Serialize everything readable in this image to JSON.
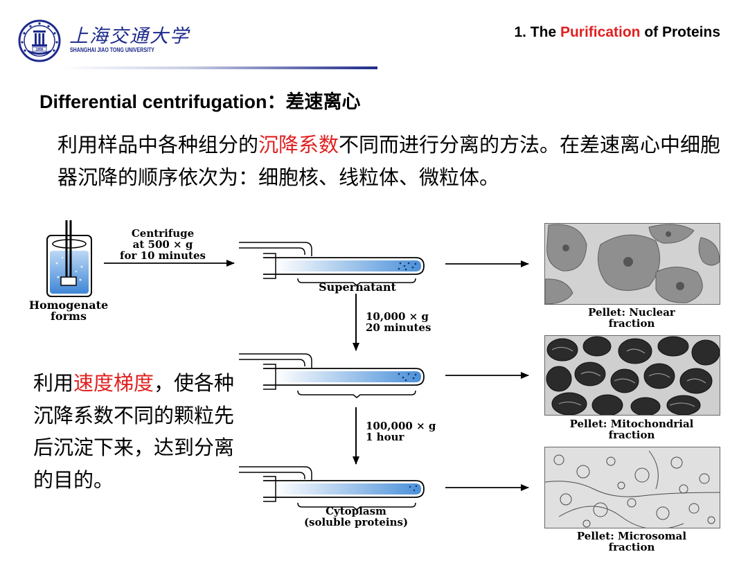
{
  "header": {
    "logo_cn": "上海交通大学",
    "logo_en": "SHANGHAI JIAO TONG UNIVERSITY",
    "seal_year": "1896",
    "title_prefix": "1. The ",
    "title_highlight": "Purification",
    "title_suffix": " of Proteins"
  },
  "subtitle": "Differential centrifugation：差速离心",
  "paragraph": {
    "part1": "利用样品中各种组分的",
    "highlight": "沉降系数",
    "part2": "不同而进行分离的方法。在差速离心中细胞器沉降的顺序依次为：细胞核、线粒体、微粒体。"
  },
  "side_note": {
    "part1": "利用",
    "highlight": "速度梯度",
    "part2": "，使各种沉降系数不同的颗粒先后沉淀下来，达到分离的目的。"
  },
  "diagram": {
    "step1_line1": "Centrifuge",
    "step1_line2": "at 500 × g",
    "step1_line3": "for 10 minutes",
    "homogenate_line1": "Homogenate",
    "homogenate_line2": "forms",
    "supernatant": "Supernatant",
    "step2_line1": "10,000 × g",
    "step2_line2": "20 minutes",
    "step3_line1": "100,000 × g",
    "step3_line2": "1 hour",
    "cytoplasm_line1": "Cytoplasm",
    "cytoplasm_line2": "(soluble proteins)",
    "pellet1_line1": "Pellet: Nuclear",
    "pellet1_line2": "fraction",
    "pellet2_line1": "Pellet: Mitochondrial",
    "pellet2_line2": "fraction",
    "pellet3_line1": "Pellet: Microsomal",
    "pellet3_line2": "fraction"
  },
  "colors": {
    "accent_red": "#e02020",
    "brand_blue": "#1d2a8c"
  }
}
